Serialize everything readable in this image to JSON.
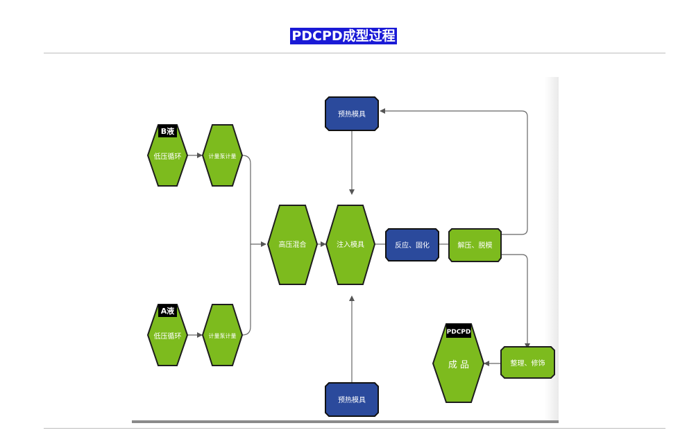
{
  "title": "PDCPD成型过程",
  "colors": {
    "hexagon_fill": "#7dbb1e",
    "box_fill": "#2b4a9c",
    "tag_fill": "#000000",
    "title_bg": "#1a1ad6",
    "arrow": "#555555"
  },
  "nodes": {
    "b_liquid_tag": "B液",
    "b_low_pressure": "低压循环",
    "b_meter_pump": "计量泵计量",
    "a_liquid_tag": "A液",
    "a_low_pressure": "低压循环",
    "a_meter_pump": "计量泵计量",
    "high_pressure_mix": "高压混合",
    "inject_mold": "注入模具",
    "preheat_mold_top": "预热模具",
    "preheat_mold_bottom": "预热模具",
    "react_cure": "反应、固化",
    "release_demold": "解压、脱模",
    "trim_finish": "整理、修饰",
    "product_tag": "PDCPD",
    "product": "成 品"
  }
}
